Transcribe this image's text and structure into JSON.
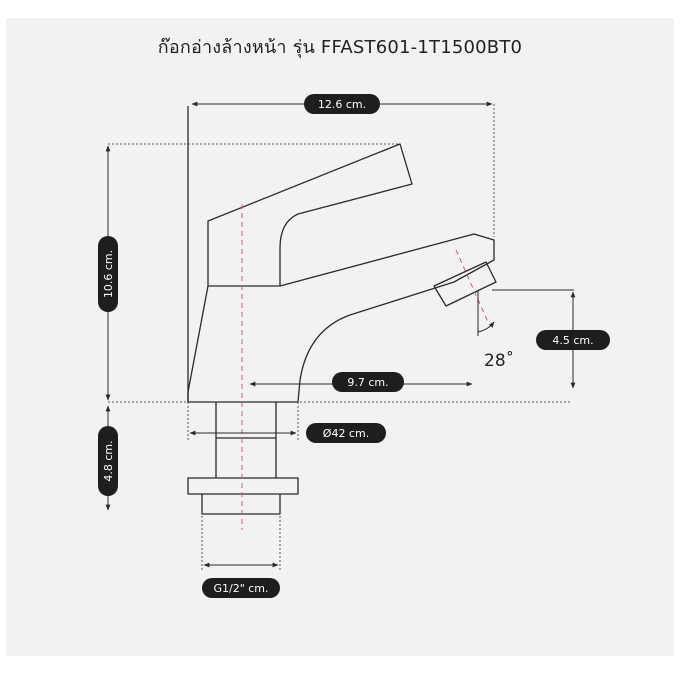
{
  "title": "ก๊อกอ่างล้างหน้า รุ่น FFAST601-1T1500BT0",
  "dimensions": {
    "width_top": "12.6 cm.",
    "height_body": "10.6 cm.",
    "height_spout": "4.5 cm.",
    "spout_reach": "9.7 cm.",
    "base_diameter": "Ø42 cm.",
    "shank_length": "4.8 cm.",
    "thread": "G1/2\" cm.",
    "angle": "28˚"
  },
  "colors": {
    "background": "#f2f2f2",
    "line": "#2a2a2a",
    "pill": "#1e1e1e",
    "centerline": "#d65a5a"
  }
}
